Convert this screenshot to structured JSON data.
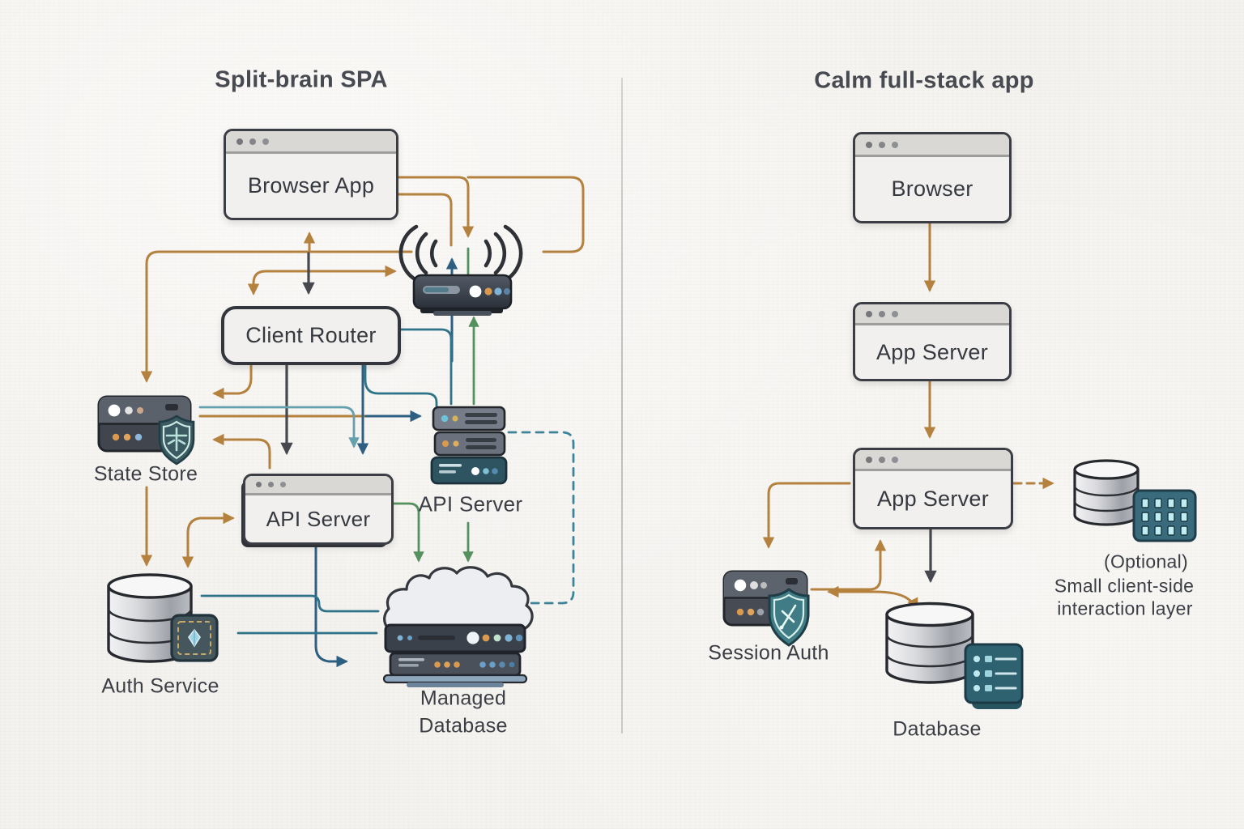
{
  "left_panel": {
    "title": "Split-brain SPA",
    "nodes": {
      "browser_app": "Browser App",
      "client_router": "Client Router",
      "state_store": "State Store",
      "api_server_window": "API Server",
      "api_server_rack": "API Server",
      "auth_service": "Auth Service",
      "managed_database_line1": "Managed",
      "managed_database_line2": "Database"
    }
  },
  "right_panel": {
    "title": "Calm full-stack app",
    "nodes": {
      "browser": "Browser",
      "app_server_top": "App Server",
      "app_server_bottom": "App Server",
      "session_auth": "Session Auth",
      "database": "Database"
    },
    "optional_note": {
      "line1": "(Optional)",
      "line2": "Small client-side",
      "line3": "interaction layer"
    }
  },
  "icons": {
    "wifi_router": "wifi-router-icon",
    "state_store": "server-shield-icon",
    "api_server_rack": "server-rack-icon",
    "auth_service": "database-cylinder-chip-icon",
    "managed_database": "cloud-server-icon",
    "session_auth": "server-shield-icon",
    "database": "database-cylinder-list-icon",
    "optional_layer": "database-cylinder-grid-icon"
  },
  "colors": {
    "paper": "#f4f2ee",
    "ink": "#3d4147",
    "arrow_orange": "#b5813f",
    "arrow_dark": "#45484e",
    "arrow_teal": "#2e7388",
    "arrow_steel_blue": "#2d5f82",
    "arrow_light_teal": "#64a0ad",
    "arrow_green": "#55915f",
    "arrow_dashed_teal": "#3e8498"
  }
}
